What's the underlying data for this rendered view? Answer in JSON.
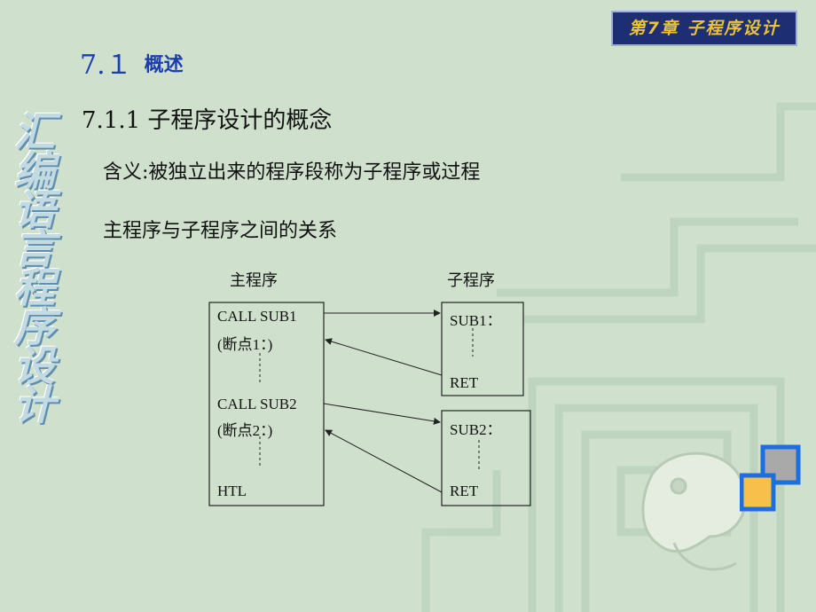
{
  "header": {
    "chapter_banner": "第7章 子程序设计"
  },
  "sidebar": {
    "vertical_title": "汇编语言程序设计"
  },
  "main": {
    "section_number": "7.１",
    "section_label": "概述",
    "subsection_title": "7.1.1 子程序设计的概念",
    "definition": "含义:被独立出来的程序段称为子程序或过程",
    "relation_heading": "主程序与子程序之间的关系"
  },
  "diagram": {
    "main_label": "主程序",
    "sub_label": "子程序",
    "main_box": {
      "call1": "CALL SUB1",
      "bp1": "(断点1：)",
      "call2": "CALL SUB2",
      "bp2": "(断点2：)",
      "end": "HTL"
    },
    "sub1": {
      "name": "SUB1：",
      "ret": "RET"
    },
    "sub2": {
      "name": "SUB2：",
      "ret": "RET"
    }
  },
  "colors": {
    "background": "#cfe0cd",
    "banner_bg": "#1d2f72",
    "banner_text": "#e9c23a",
    "section_blue": "#1c3fb0",
    "square_blue": "#1c6fe0",
    "square_orange": "#f7c04a",
    "square_gray": "#a9a9a9"
  }
}
